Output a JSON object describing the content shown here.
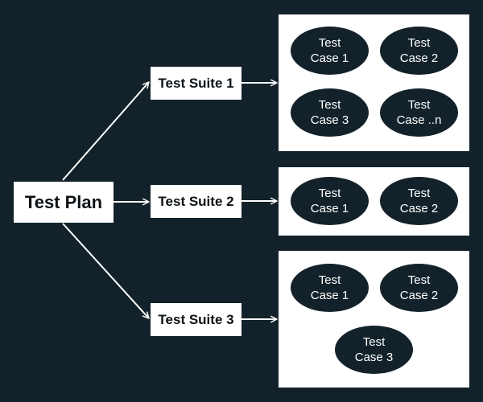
{
  "plan": {
    "label": "Test Plan"
  },
  "suites": [
    {
      "label": "Test Suite 1"
    },
    {
      "label": "Test Suite 2"
    },
    {
      "label": "Test Suite 3"
    }
  ],
  "groups": [
    {
      "cases": [
        {
          "line1": "Test",
          "line2": "Case 1"
        },
        {
          "line1": "Test",
          "line2": "Case 2"
        },
        {
          "line1": "Test",
          "line2": "Case 3"
        },
        {
          "line1": "Test",
          "line2": "Case ..n"
        }
      ]
    },
    {
      "cases": [
        {
          "line1": "Test",
          "line2": "Case 1"
        },
        {
          "line1": "Test",
          "line2": "Case 2"
        }
      ]
    },
    {
      "cases": [
        {
          "line1": "Test",
          "line2": "Case 1"
        },
        {
          "line1": "Test",
          "line2": "Case 2"
        },
        {
          "line1": "Test",
          "line2": "Case 3"
        }
      ]
    }
  ],
  "colors": {
    "background": "#13222a",
    "box_fill": "#ffffff",
    "box_text": "#0c1216",
    "ellipse_fill": "#13222a",
    "ellipse_text": "#ffffff",
    "connector": "#ffffff"
  }
}
